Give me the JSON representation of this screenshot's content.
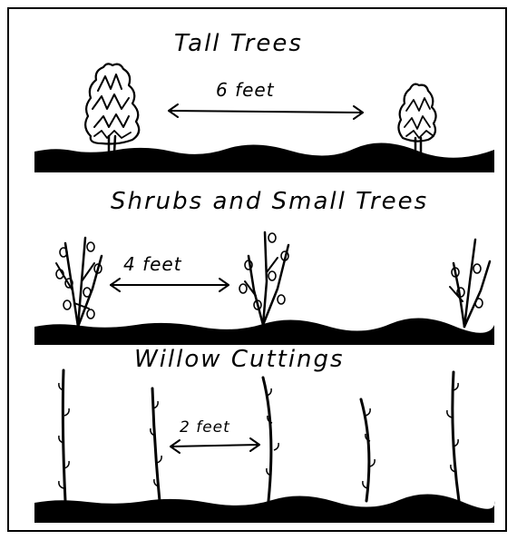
{
  "sections": [
    {
      "title": "Tall Trees",
      "spacing": "6 feet"
    },
    {
      "title": "Shrubs and Small Trees",
      "spacing": "4 feet"
    },
    {
      "title": "Willow Cuttings",
      "spacing": "2 feet"
    }
  ],
  "colors": {
    "ink": "#000000",
    "paper": "#ffffff"
  }
}
